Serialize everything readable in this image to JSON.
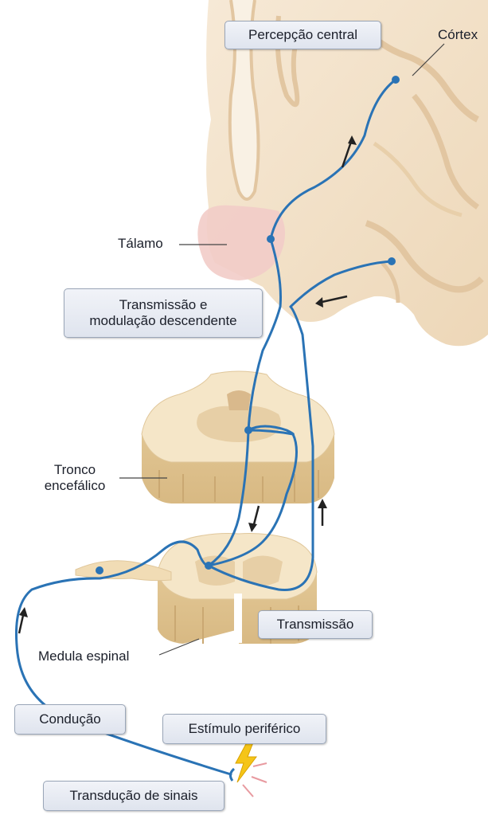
{
  "labels": {
    "percepcao": "Percepção central",
    "cortex": "Córtex",
    "talamo": "Tálamo",
    "transmissao_modulacao_1": "Transmissão e",
    "transmissao_modulacao_2": "modulação descendente",
    "tronco_1": "Tronco",
    "tronco_2": "encefálico",
    "transmissao": "Transmissão",
    "medula": "Medula espinal",
    "conducao": "Condução",
    "estimulo": "Estímulo periférico",
    "transducao": "Transdução de sinais"
  },
  "colors": {
    "pathway": "#2a73b5",
    "brain_tissue": "#f3e1c8",
    "brain_fold": "#e2c6a1",
    "thalamus": "#f2ccc8",
    "lightning": "#f5c518"
  }
}
